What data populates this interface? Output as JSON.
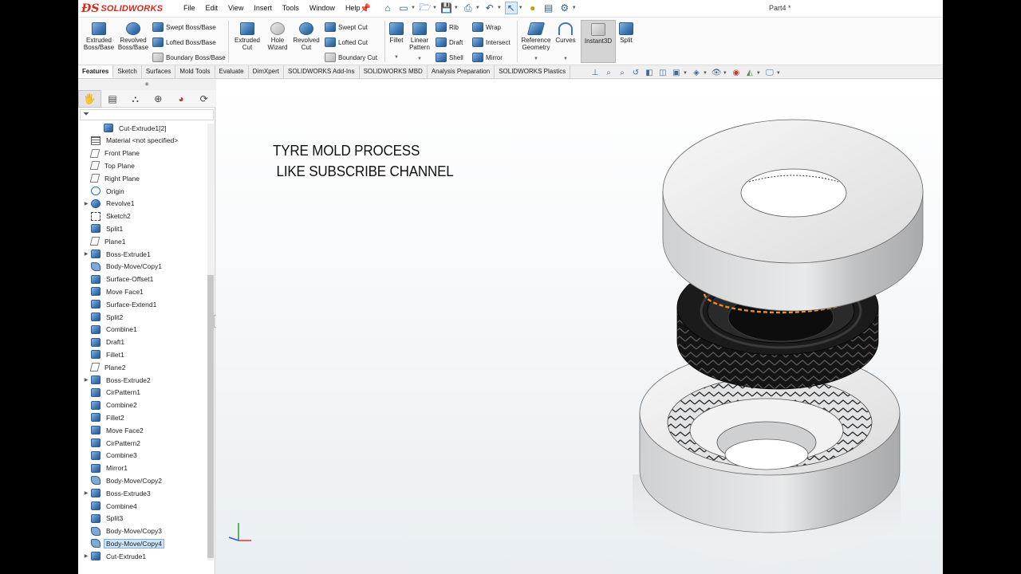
{
  "app": {
    "brand": "SOLIDWORKS",
    "document_title": "Part4 *"
  },
  "menu": [
    "File",
    "Edit",
    "View",
    "Insert",
    "Tools",
    "Window",
    "Help"
  ],
  "toolbar": {
    "extruded_boss": "Extruded\nBoss/Base",
    "revolved_boss": "Revolved\nBoss/Base",
    "swept_boss": "Swept Boss/Base",
    "lofted_boss": "Lofted Boss/Base",
    "boundary_boss": "Boundary Boss/Base",
    "extruded_cut": "Extruded\nCut",
    "hole_wizard": "Hole\nWizard",
    "revolved_cut": "Revolved\nCut",
    "swept_cut": "Swept Cut",
    "lofted_cut": "Lofted Cut",
    "boundary_cut": "Boundary Cut",
    "fillet": "Fillet",
    "linear_pattern": "Linear\nPattern",
    "rib": "Rib",
    "draft": "Draft",
    "shell": "Shell",
    "wrap": "Wrap",
    "intersect": "Intersect",
    "mirror": "Mirror",
    "reference_geometry": "Reference\nGeometry",
    "curves": "Curves",
    "instant3d": "Instant3D",
    "split": "Split"
  },
  "tabs": [
    "Features",
    "Sketch",
    "Surfaces",
    "Mold Tools",
    "Evaluate",
    "DimXpert",
    "SOLIDWORKS Add-Ins",
    "SOLIDWORKS MBD",
    "Analysis Preparation",
    "SOLIDWORKS Plastics"
  ],
  "tree": [
    {
      "label": "Cut-Extrude1[2]",
      "icon": "cut-extrude",
      "indent": 1,
      "expand": false
    },
    {
      "label": "Material <not specified>",
      "icon": "material",
      "indent": 0,
      "expand": false
    },
    {
      "label": "Front Plane",
      "icon": "plane",
      "indent": 0,
      "expand": false
    },
    {
      "label": "Top Plane",
      "icon": "plane",
      "indent": 0,
      "expand": false
    },
    {
      "label": "Right Plane",
      "icon": "plane",
      "indent": 0,
      "expand": false
    },
    {
      "label": "Origin",
      "icon": "origin",
      "indent": 0,
      "expand": false
    },
    {
      "label": "Revolve1",
      "icon": "revolve",
      "indent": 0,
      "expand": true
    },
    {
      "label": "Sketch2",
      "icon": "sketch",
      "indent": 0,
      "expand": false
    },
    {
      "label": "Split1",
      "icon": "feature",
      "indent": 0,
      "expand": false
    },
    {
      "label": "Plane1",
      "icon": "plane",
      "indent": 0,
      "expand": false
    },
    {
      "label": "Boss-Extrude1",
      "icon": "feature",
      "indent": 0,
      "expand": true
    },
    {
      "label": "Body-Move/Copy1",
      "icon": "move",
      "indent": 0,
      "expand": false
    },
    {
      "label": "Surface-Offset1",
      "icon": "feature",
      "indent": 0,
      "expand": false
    },
    {
      "label": "Move Face1",
      "icon": "feature",
      "indent": 0,
      "expand": false
    },
    {
      "label": "Surface-Extend1",
      "icon": "feature",
      "indent": 0,
      "expand": false
    },
    {
      "label": "Split2",
      "icon": "feature",
      "indent": 0,
      "expand": false
    },
    {
      "label": "Combine1",
      "icon": "feature",
      "indent": 0,
      "expand": false
    },
    {
      "label": "Draft1",
      "icon": "feature",
      "indent": 0,
      "expand": false
    },
    {
      "label": "Fillet1",
      "icon": "feature",
      "indent": 0,
      "expand": false
    },
    {
      "label": "Plane2",
      "icon": "plane",
      "indent": 0,
      "expand": false
    },
    {
      "label": "Boss-Extrude2",
      "icon": "feature",
      "indent": 0,
      "expand": true
    },
    {
      "label": "CirPattern1",
      "icon": "feature",
      "indent": 0,
      "expand": false
    },
    {
      "label": "Combine2",
      "icon": "feature",
      "indent": 0,
      "expand": false
    },
    {
      "label": "Fillet2",
      "icon": "feature",
      "indent": 0,
      "expand": false
    },
    {
      "label": "Move Face2",
      "icon": "feature",
      "indent": 0,
      "expand": false
    },
    {
      "label": "CirPattern2",
      "icon": "feature",
      "indent": 0,
      "expand": false
    },
    {
      "label": "Combine3",
      "icon": "feature",
      "indent": 0,
      "expand": false
    },
    {
      "label": "Mirror1",
      "icon": "feature",
      "indent": 0,
      "expand": false
    },
    {
      "label": "Body-Move/Copy2",
      "icon": "move",
      "indent": 0,
      "expand": false
    },
    {
      "label": "Boss-Extrude3",
      "icon": "feature",
      "indent": 0,
      "expand": true
    },
    {
      "label": "Combine4",
      "icon": "feature",
      "indent": 0,
      "expand": false
    },
    {
      "label": "Split3",
      "icon": "feature",
      "indent": 0,
      "expand": false
    },
    {
      "label": "Body-Move/Copy3",
      "icon": "move",
      "indent": 0,
      "expand": false
    },
    {
      "label": "Body-Move/Copy4",
      "icon": "move",
      "indent": 0,
      "expand": false,
      "selected": true
    },
    {
      "label": "Cut-Extrude1",
      "icon": "cut-extrude",
      "indent": 0,
      "expand": true
    }
  ],
  "viewport": {
    "overlay_line1": "TYRE MOLD PROCESS",
    "overlay_line2": " LIKE SUBSCRIBE CHANNEL"
  },
  "colors": {
    "brand_red": "#da291c",
    "accent_blue": "#3e78b5",
    "highlight_orange": "#f08a24",
    "tyre_black": "#1b1b1b",
    "mold_gray": "#c9cacc"
  }
}
